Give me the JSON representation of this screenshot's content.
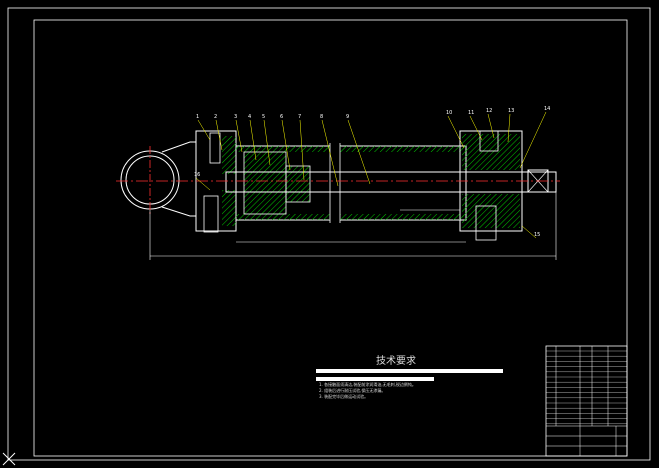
{
  "drawing": {
    "background_color": "#000000",
    "line_color": "#ffffff",
    "hatch_color": "#00c800",
    "centerline_color": "#ff3030",
    "leader_color": "#ffff00",
    "part_numbers": [
      "1",
      "2",
      "3",
      "4",
      "5",
      "6",
      "7",
      "8",
      "9",
      "10",
      "11",
      "12",
      "13",
      "14",
      "15",
      "16"
    ]
  },
  "technical_requirements": {
    "title": "技术要求",
    "notes": [
      "1. 各接触面须清洁,装配前涂润滑油,无毛刺,锐边倒钝。",
      "2. 组装后进行耐压试验,保压无渗漏。",
      "3. 装配完毕后做运动试验。"
    ]
  },
  "ucs_icon": "ucs-axis-icon"
}
